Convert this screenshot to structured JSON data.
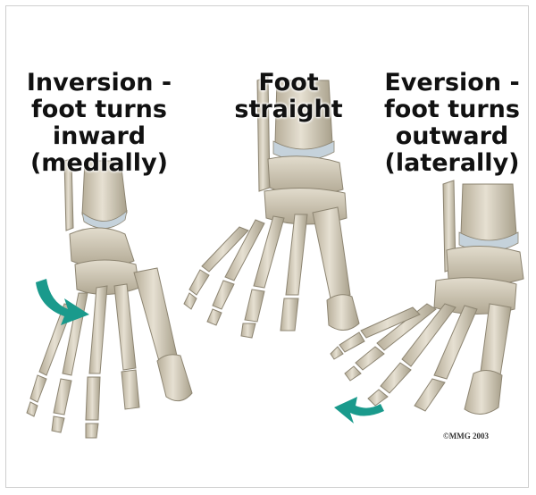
{
  "panels": [
    {
      "title": "Inversion -\nfoot turns\ninward\n(medially)"
    },
    {
      "title": "Foot\nstraight"
    },
    {
      "title": "Eversion -\nfoot turns\noutward\n(laterally)"
    }
  ],
  "copyright": "©MMG 2003",
  "colors": {
    "bone": "#d9d3c4",
    "bone_shade": "#b6ad98",
    "cartilage": "#c8d4dc",
    "arrow": "#1a9a8c"
  },
  "icons": [
    "inward-arrow-icon",
    "outward-arrow-icon"
  ]
}
